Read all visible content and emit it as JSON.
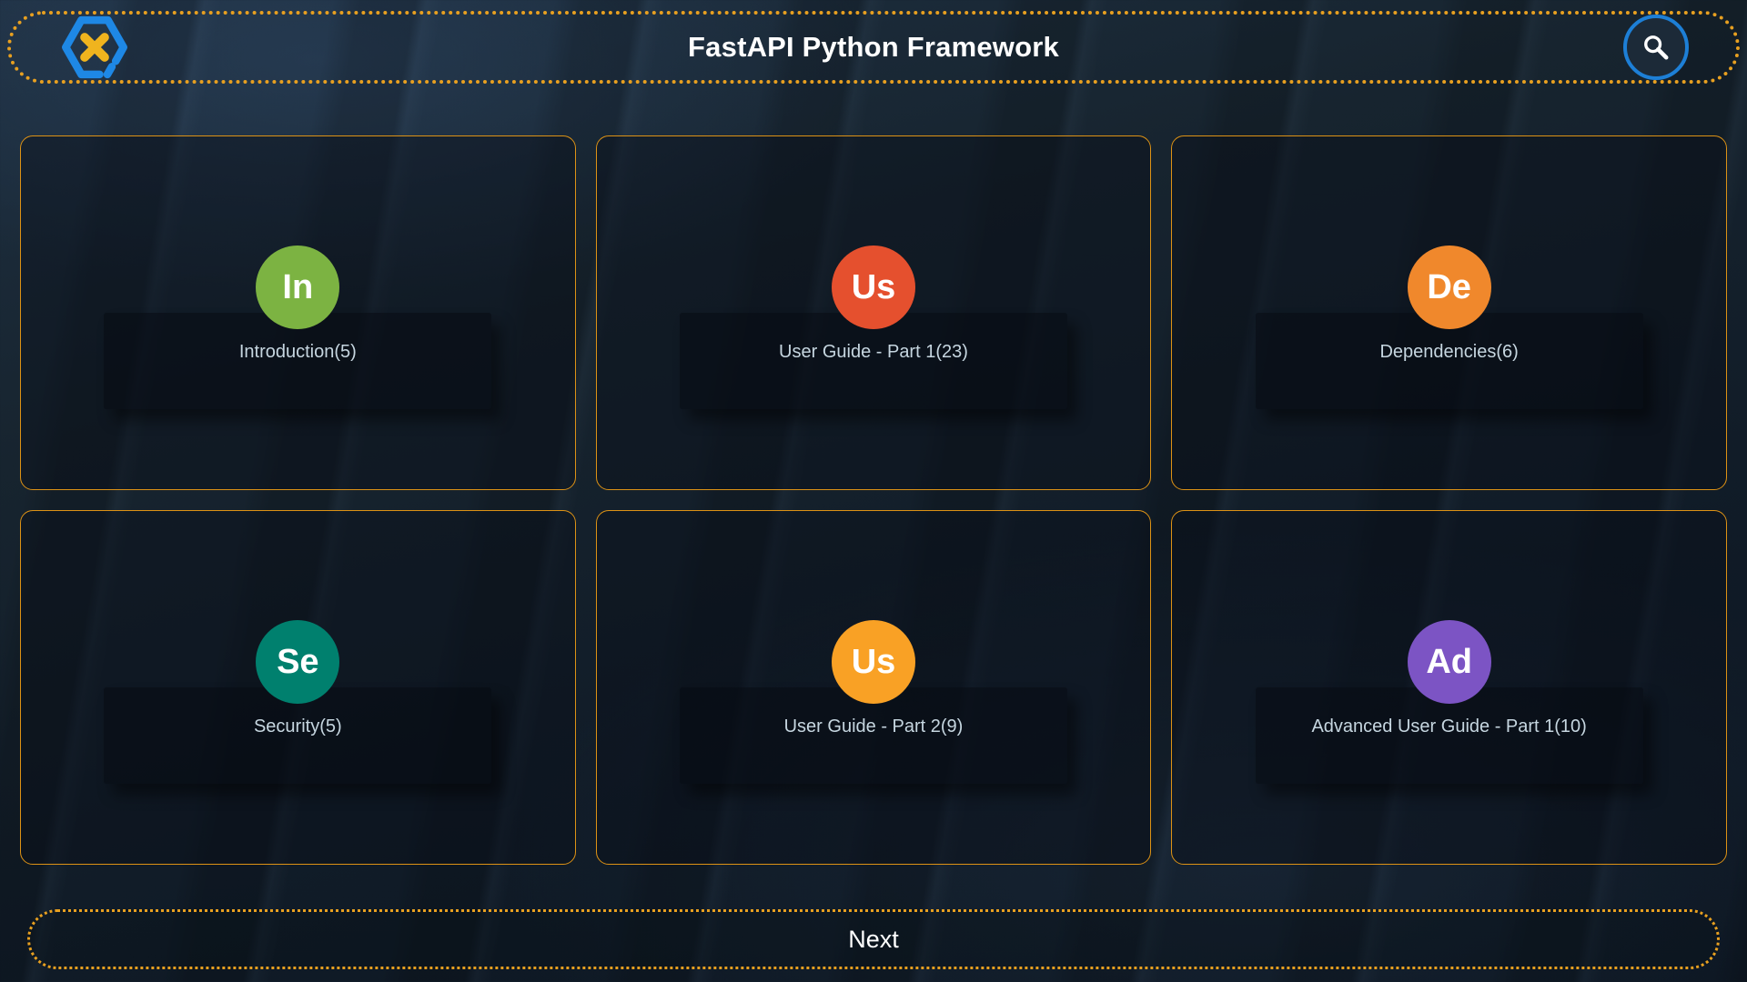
{
  "header": {
    "title": "FastAPI Python Framework"
  },
  "icons": {
    "logo": "hexagon-x-icon",
    "search": "search-icon"
  },
  "cards": [
    {
      "initials": "In",
      "label": "Introduction(5)",
      "color": "#7cb342"
    },
    {
      "initials": "Us",
      "label": "User Guide - Part 1(23)",
      "color": "#e5502e"
    },
    {
      "initials": "De",
      "label": "Dependencies(6)",
      "color": "#f0882c"
    },
    {
      "initials": "Se",
      "label": "Security(5)",
      "color": "#00806e"
    },
    {
      "initials": "Us",
      "label": "User Guide - Part 2(9)",
      "color": "#f9a125"
    },
    {
      "initials": "Ad",
      "label": "Advanced User Guide - Part 1(10)",
      "color": "#7c54c4"
    }
  ],
  "footer": {
    "next_label": "Next"
  },
  "theme": {
    "dotted_border": "#e8a020",
    "card_border": "#dd9215",
    "logo_blue": "#1e88e5",
    "logo_x_yellow": "#f0b41e",
    "search_ring_blue": "#1d7fd6",
    "title_color": "#ffffff",
    "label_color": "#c6d6e0"
  }
}
